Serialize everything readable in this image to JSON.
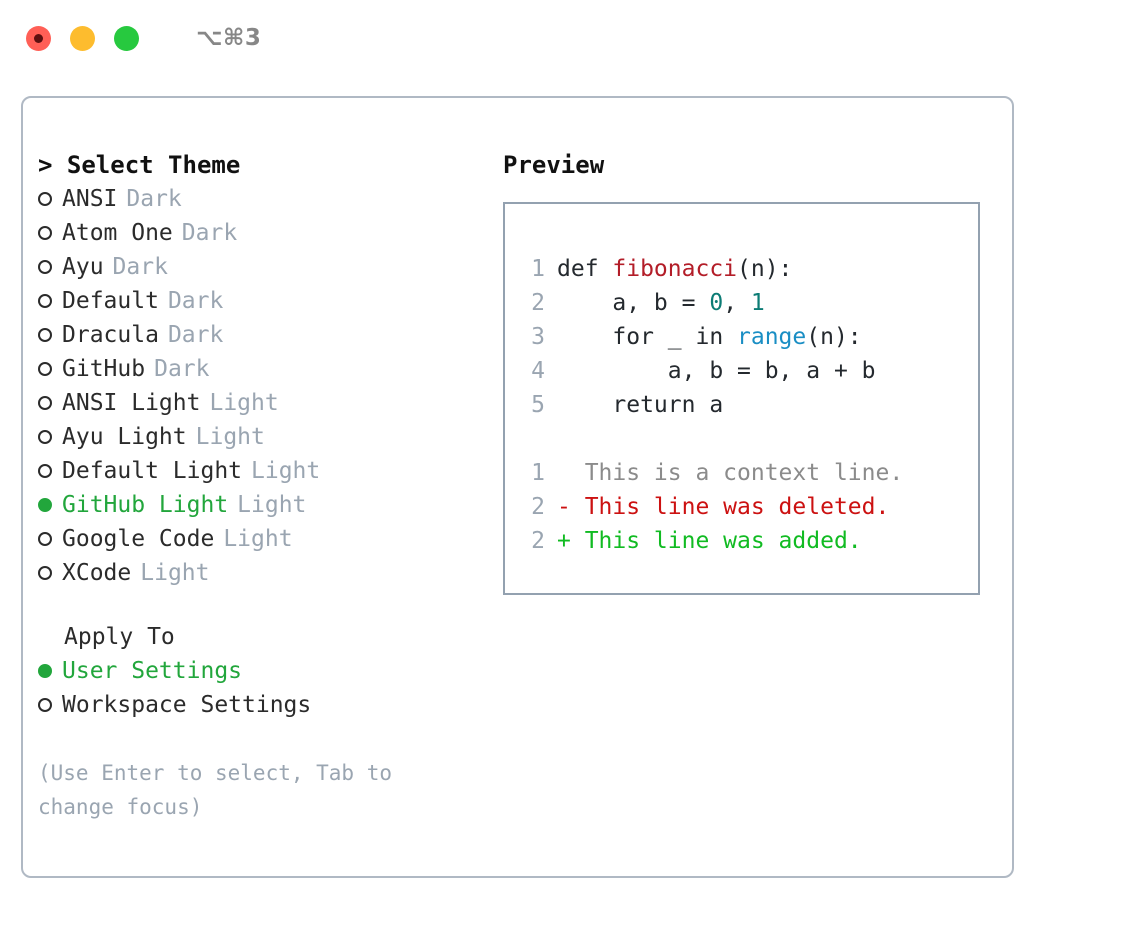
{
  "titlebar": {
    "shortcut": "⌥⌘3",
    "lights": [
      {
        "name": "close",
        "color": "#ff5f56"
      },
      {
        "name": "minimize",
        "color": "#fdbc2e"
      },
      {
        "name": "maximize",
        "color": "#27c93f"
      }
    ]
  },
  "theme_picker": {
    "title": "> Select Theme",
    "items": [
      {
        "label": "ANSI",
        "tag": "Dark",
        "selected": false
      },
      {
        "label": "Atom One",
        "tag": "Dark",
        "selected": false
      },
      {
        "label": "Ayu",
        "tag": "Dark",
        "selected": false
      },
      {
        "label": "Default",
        "tag": "Dark",
        "selected": false
      },
      {
        "label": "Dracula",
        "tag": "Dark",
        "selected": false
      },
      {
        "label": "GitHub",
        "tag": "Dark",
        "selected": false
      },
      {
        "label": "ANSI Light",
        "tag": "Light",
        "selected": false
      },
      {
        "label": "Ayu Light",
        "tag": "Light",
        "selected": false
      },
      {
        "label": "Default Light",
        "tag": "Light",
        "selected": false
      },
      {
        "label": "GitHub Light",
        "tag": "Light",
        "selected": true
      },
      {
        "label": "Google Code",
        "tag": "Light",
        "selected": false
      },
      {
        "label": "XCode",
        "tag": "Light",
        "selected": false
      }
    ]
  },
  "apply_to": {
    "title": "Apply To",
    "items": [
      {
        "label": "User Settings",
        "tag": "",
        "selected": true
      },
      {
        "label": "Workspace Settings",
        "tag": "",
        "selected": false
      }
    ]
  },
  "hint": "(Use Enter to select, Tab to change focus)",
  "preview": {
    "title": "Preview",
    "code_lines": [
      {
        "num": "1",
        "parts": [
          {
            "t": "def ",
            "c": "code-txt"
          },
          {
            "t": "fibonacci",
            "c": "tok-fn"
          },
          {
            "t": "(n):",
            "c": "code-txt"
          }
        ]
      },
      {
        "num": "2",
        "parts": [
          {
            "t": "    a, b = ",
            "c": "code-txt"
          },
          {
            "t": "0",
            "c": "tok-num"
          },
          {
            "t": ", ",
            "c": "code-txt"
          },
          {
            "t": "1",
            "c": "tok-num"
          }
        ]
      },
      {
        "num": "3",
        "parts": [
          {
            "t": "    for _ in ",
            "c": "code-txt"
          },
          {
            "t": "range",
            "c": "tok-call"
          },
          {
            "t": "(n):",
            "c": "code-txt"
          }
        ]
      },
      {
        "num": "4",
        "parts": [
          {
            "t": "        a, b = b, a + b",
            "c": "code-txt"
          }
        ]
      },
      {
        "num": "5",
        "parts": [
          {
            "t": "    return a",
            "c": "code-txt"
          }
        ]
      }
    ],
    "diff_lines": [
      {
        "num": "1",
        "parts": [
          {
            "t": "  This is a context line.",
            "c": "diff-ctx"
          }
        ]
      },
      {
        "num": "2",
        "parts": [
          {
            "t": "- This line was deleted.",
            "c": "diff-del"
          }
        ]
      },
      {
        "num": "2",
        "parts": [
          {
            "t": "+ This line was added.",
            "c": "diff-add"
          }
        ]
      }
    ]
  },
  "colors": {
    "accent_green": "#22a63c",
    "muted": "#9aa5b1",
    "border": "#b0b9c4",
    "preview_border": "#93a1b0",
    "diff_add": "#11bb22",
    "diff_del": "#cc1111",
    "token_function": "#b31d28",
    "token_number": "#0c7c75",
    "token_call": "#1a8ec4"
  }
}
